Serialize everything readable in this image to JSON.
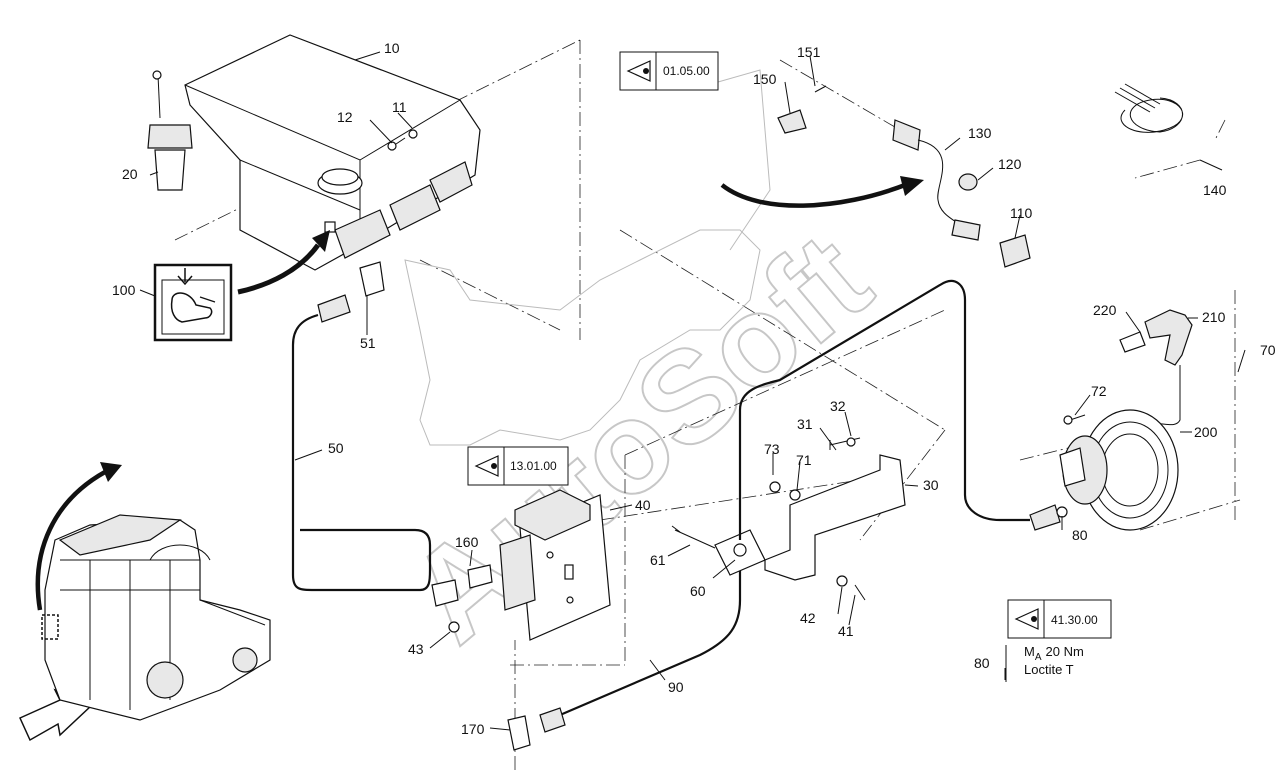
{
  "watermark": "AutoSoft",
  "callouts": [
    {
      "id": "c10",
      "text": "10"
    },
    {
      "id": "c11",
      "text": "11"
    },
    {
      "id": "c12",
      "text": "12"
    },
    {
      "id": "c20",
      "text": "20"
    },
    {
      "id": "c100",
      "text": "100"
    },
    {
      "id": "c51",
      "text": "51"
    },
    {
      "id": "c50",
      "text": "50"
    },
    {
      "id": "c151",
      "text": "151"
    },
    {
      "id": "c150",
      "text": "150"
    },
    {
      "id": "c130",
      "text": "130"
    },
    {
      "id": "c120",
      "text": "120"
    },
    {
      "id": "c110",
      "text": "110"
    },
    {
      "id": "c140",
      "text": "140"
    },
    {
      "id": "c70",
      "text": "70"
    },
    {
      "id": "c220",
      "text": "220"
    },
    {
      "id": "c210",
      "text": "210"
    },
    {
      "id": "c72",
      "text": "72"
    },
    {
      "id": "c200",
      "text": "200"
    },
    {
      "id": "c80a",
      "text": "80"
    },
    {
      "id": "c32",
      "text": "32"
    },
    {
      "id": "c31",
      "text": "31"
    },
    {
      "id": "c73",
      "text": "73"
    },
    {
      "id": "c71",
      "text": "71"
    },
    {
      "id": "c30",
      "text": "30"
    },
    {
      "id": "c40",
      "text": "40"
    },
    {
      "id": "c160",
      "text": "160"
    },
    {
      "id": "c61",
      "text": "61"
    },
    {
      "id": "c60",
      "text": "60"
    },
    {
      "id": "c42",
      "text": "42"
    },
    {
      "id": "c41",
      "text": "41"
    },
    {
      "id": "c43",
      "text": "43"
    },
    {
      "id": "c90",
      "text": "90"
    },
    {
      "id": "c170",
      "text": "170"
    },
    {
      "id": "c80b",
      "text": "80"
    }
  ],
  "references": {
    "ref1": "01.05.00",
    "ref2": "13.01.00",
    "ref3": "41.30.00"
  },
  "torque_note": {
    "symbol": "M",
    "subscript": "A",
    "value": "20 Nm",
    "adhesive": "Loctite T"
  },
  "icons": [
    "eye-icon",
    "hand-wash-icon",
    "arrow-icon"
  ]
}
